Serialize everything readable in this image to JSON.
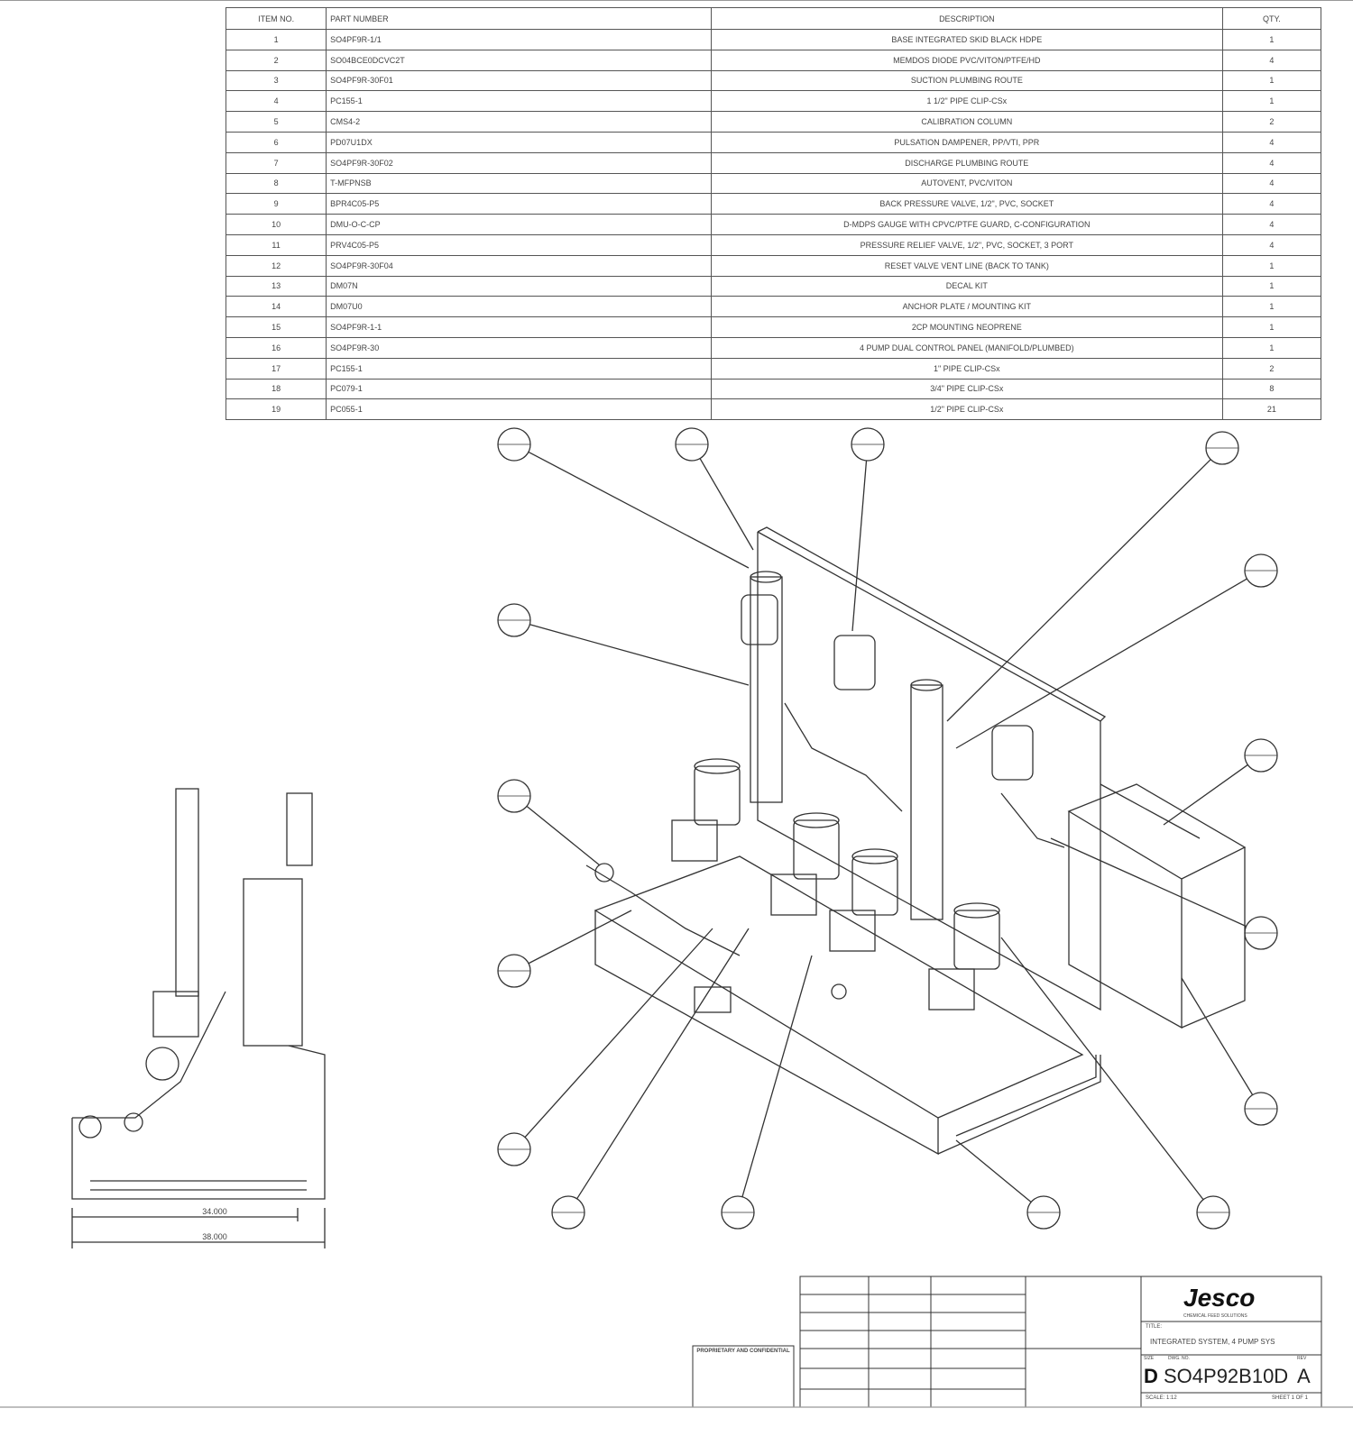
{
  "bom": {
    "headers": [
      "ITEM NO.",
      "PART NUMBER",
      "DESCRIPTION",
      "QTY."
    ],
    "rows": [
      [
        "1",
        "SO4PF9R-1/1",
        "BASE INTEGRATED SKID BLACK HDPE",
        "1"
      ],
      [
        "2",
        "SO04BCE0DCVC2T",
        "MEMDOS DIODE PVC/VITON/PTFE/HD",
        "4"
      ],
      [
        "3",
        "SO4PF9R-30F01",
        "SUCTION PLUMBING ROUTE",
        "1"
      ],
      [
        "4",
        "PC155-1",
        "1 1/2\" PIPE CLIP-CSx",
        "1"
      ],
      [
        "5",
        "CMS4-2",
        "CALIBRATION COLUMN",
        "2"
      ],
      [
        "6",
        "PD07U1DX",
        "PULSATION DAMPENER, PP/VTI, PPR",
        "4"
      ],
      [
        "7",
        "SO4PF9R-30F02",
        "DISCHARGE PLUMBING ROUTE",
        "4"
      ],
      [
        "8",
        "T-MFPNSB",
        "AUTOVENT, PVC/VITON",
        "4"
      ],
      [
        "9",
        "BPR4C05-P5",
        "BACK PRESSURE VALVE, 1/2\", PVC, SOCKET",
        "4"
      ],
      [
        "10",
        "DMU-O-C-CP",
        "D-MDPS GAUGE WITH CPVC/PTFE GUARD, C-CONFIGURATION",
        "4"
      ],
      [
        "11",
        "PRV4C05-P5",
        "PRESSURE RELIEF VALVE, 1/2\", PVC, SOCKET, 3 PORT",
        "4"
      ],
      [
        "12",
        "SO4PF9R-30F04",
        "RESET VALVE VENT LINE (BACK TO TANK)",
        "1"
      ],
      [
        "13",
        "DM07N",
        "DECAL KIT",
        "1"
      ],
      [
        "14",
        "DM07U0",
        "ANCHOR PLATE / MOUNTING KIT",
        "1"
      ],
      [
        "15",
        "SO4PF9R-1-1",
        "2CP MOUNTING NEOPRENE",
        "1"
      ],
      [
        "16",
        "SO4PF9R-30",
        "4 PUMP DUAL CONTROL PANEL (MANIFOLD/PLUMBED)",
        "1"
      ],
      [
        "17",
        "PC155-1",
        "1\" PIPE CLIP-CSx",
        "2"
      ],
      [
        "18",
        "PC079-1",
        "3/4\" PIPE CLIP-CSx",
        "8"
      ],
      [
        "19",
        "PC055-1",
        "1/2\" PIPE CLIP-CSx",
        "21"
      ]
    ]
  },
  "side_view": {
    "dim_inner": "34.000",
    "dim_outer": "38.000"
  },
  "title_block": {
    "company": "Jesco",
    "company_tagline": "CHEMICAL FEED SOLUTIONS",
    "title_label": "TITLE:",
    "title": "INTEGRATED SYSTEM, 4 PUMP SYS",
    "size_label": "SIZE",
    "size": "D",
    "dwg_label": "DWG. NO.",
    "dwg_no": "SO4P92B10D",
    "rev_label": "REV",
    "rev": "A",
    "scale": "SCALE: 1:12",
    "sheet": "SHEET 1 OF 1",
    "proprietary": "PROPRIETARY AND CONFIDENTIAL"
  }
}
